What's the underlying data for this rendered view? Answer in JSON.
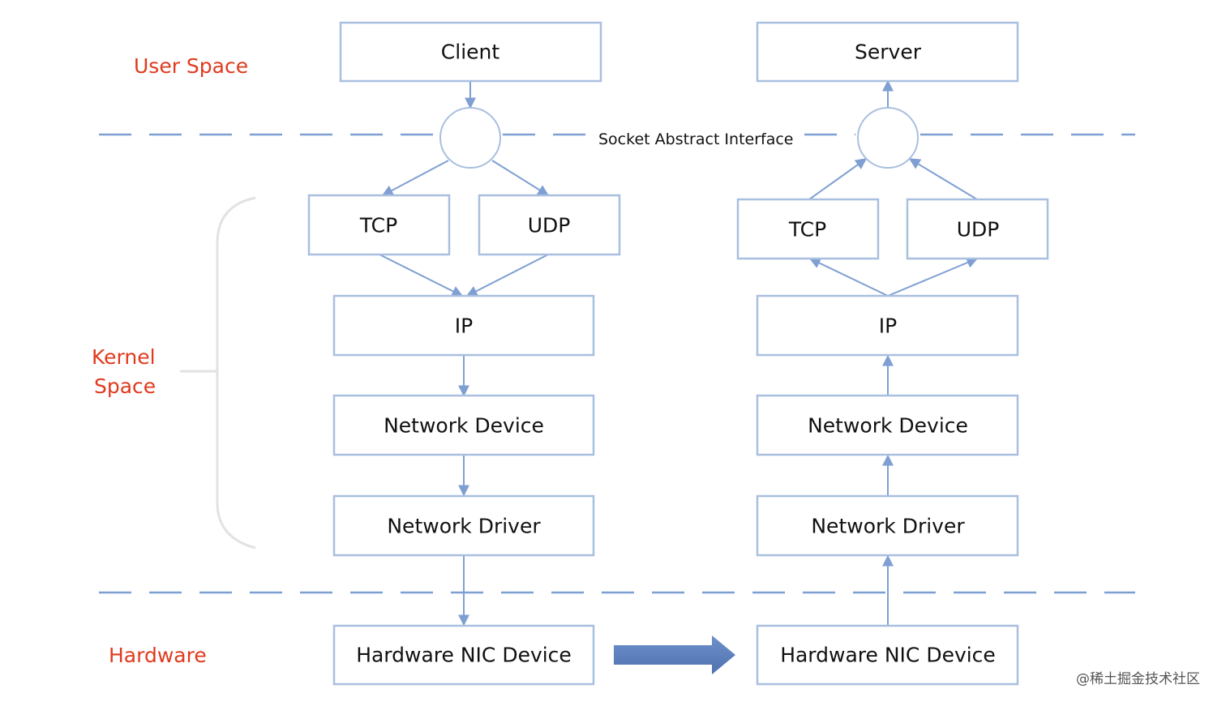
{
  "zones": {
    "user_space": "User Space",
    "kernel_line1": "Kernel",
    "kernel_line2": "Space",
    "hardware": "Hardware"
  },
  "socket_interface_label": "Socket Abstract Interface",
  "client_stack": {
    "app": "Client",
    "tcp": "TCP",
    "udp": "UDP",
    "ip": "IP",
    "network_device": "Network Device",
    "network_driver": "Network Driver",
    "nic": "Hardware NIC Device"
  },
  "server_stack": {
    "app": "Server",
    "tcp": "TCP",
    "udp": "UDP",
    "ip": "IP",
    "network_device": "Network Device",
    "network_driver": "Network Driver",
    "nic": "Hardware NIC Device"
  },
  "watermark": "@稀土掘金技术社区",
  "colors": {
    "zone_label": "#e03a1e",
    "box_border": "#a9bfdf",
    "flow_line": "#7f9fd3",
    "transfer_arrow": "#5b7fbd"
  }
}
